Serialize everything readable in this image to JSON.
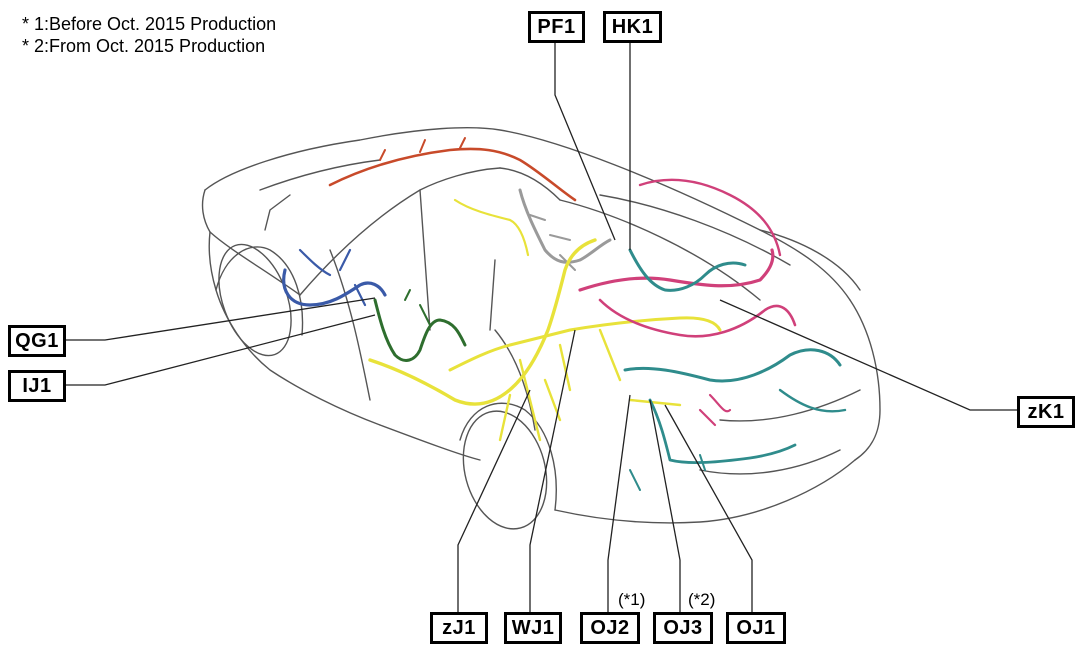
{
  "notes": [
    "* 1:Before Oct. 2015 Production",
    "* 2:From Oct. 2015 Production"
  ],
  "connectors": {
    "PF1": "PF1",
    "HK1": "HK1",
    "QG1": "QG1",
    "IJ1": "IJ1",
    "zK1": "zK1",
    "zJ1": "zJ1",
    "WJ1": "WJ1",
    "OJ2": "OJ2",
    "OJ3": "OJ3",
    "OJ1": "OJ1"
  },
  "tags": {
    "OJ2": "(*1)",
    "OJ3": "(*2)"
  },
  "colors": {
    "harness_yellow": "#e8e23a",
    "harness_magenta": "#d0407a",
    "harness_teal": "#2f8c8c",
    "harness_blue": "#3a5aa8",
    "harness_green": "#2e6e2e",
    "harness_orange": "#c84a2a",
    "harness_gray": "#9a9a9a",
    "body_outline": "#555555"
  }
}
